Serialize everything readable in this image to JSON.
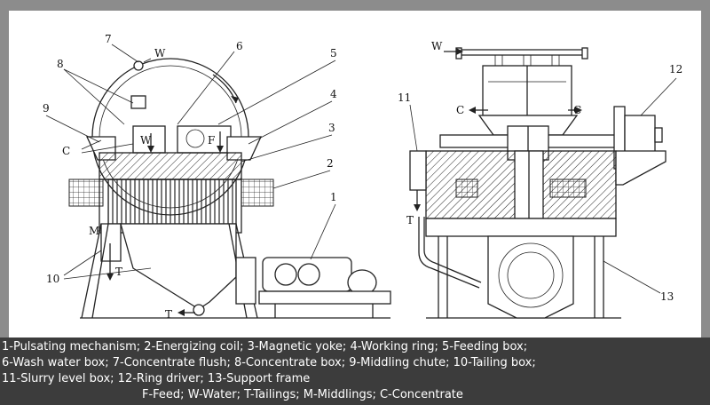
{
  "figure": {
    "left_labels": {
      "n7": "7",
      "w_top": "W",
      "n6": "6",
      "n5": "5",
      "n8": "8",
      "n4": "4",
      "n9": "9",
      "n3": "3",
      "c": "C",
      "n2": "2",
      "n1": "1",
      "m": "M",
      "t_chute": "T",
      "n10": "10",
      "t_bottom": "T",
      "w_box": "W",
      "f_box": "F"
    },
    "right_labels": {
      "w": "W",
      "n12": "12",
      "n11": "11",
      "c_left": "C",
      "c_right": "C",
      "t": "T",
      "n13": "13"
    }
  },
  "legend": {
    "line1": "1-Pulsating mechanism; 2-Energizing coil; 3-Magnetic yoke; 4-Working ring; 5-Feeding box;",
    "line2": "6-Wash water box; 7-Concentrate flush; 8-Concentrate box; 9-Middling chute; 10-Tailing box;",
    "line3": "11-Slurry level box; 12-Ring driver; 13-Support frame",
    "line4": "F-Feed; W-Water; T-Tailings; M-Middlings; C-Concentrate"
  }
}
